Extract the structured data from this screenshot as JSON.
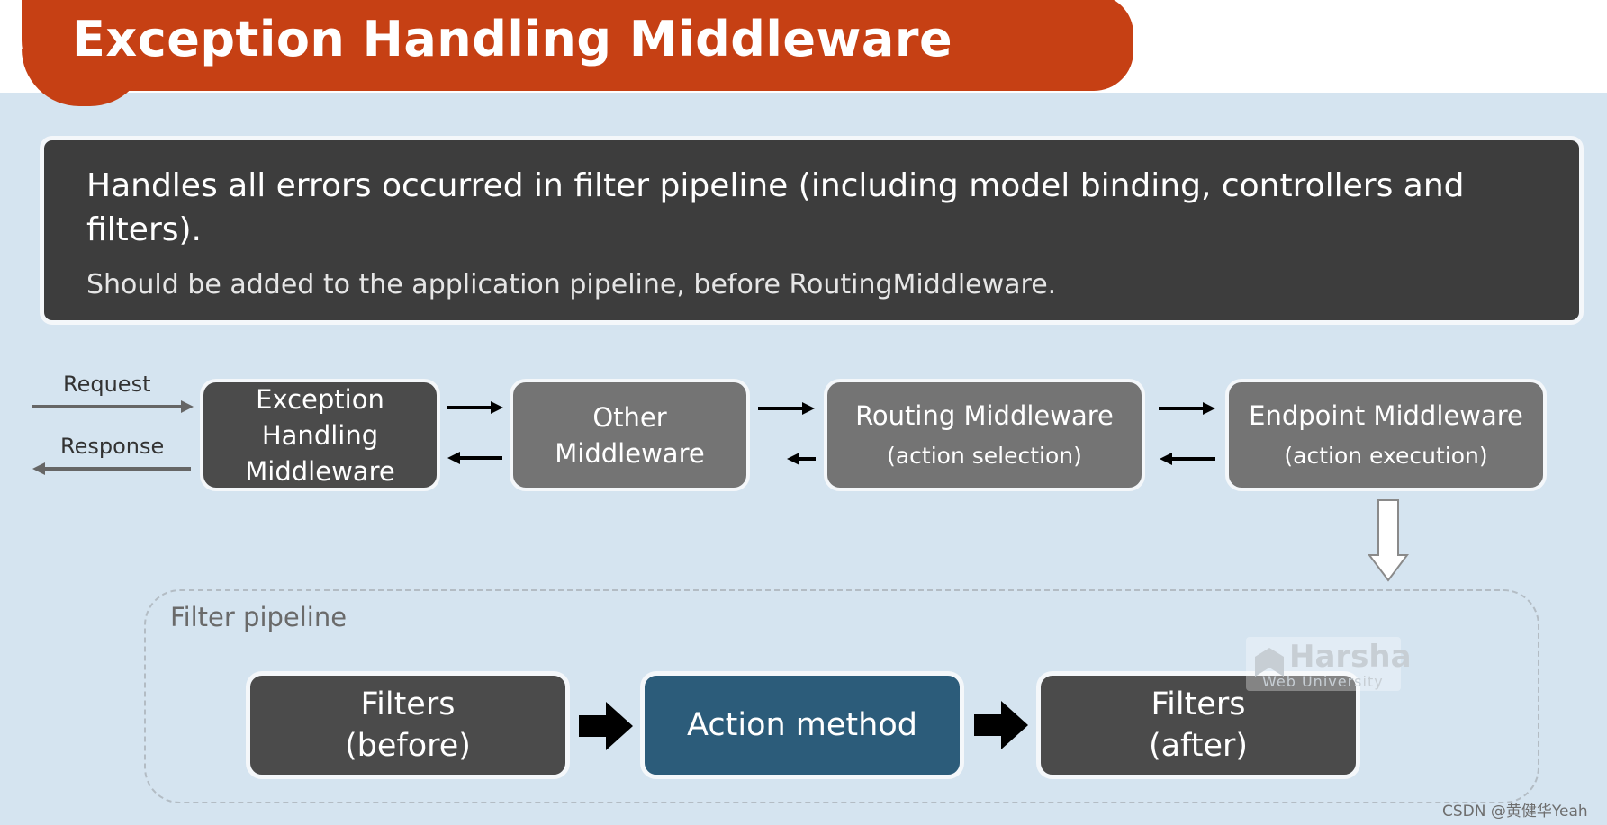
{
  "title": "Exception Handling Middleware",
  "info": {
    "main": "Handles all errors occurred in filter pipeline (including model binding, controllers and filters).",
    "sub": "Should be added to the application pipeline, before RoutingMiddleware."
  },
  "flow": {
    "request_label": "Request",
    "response_label": "Response"
  },
  "middlewares": [
    {
      "title": "Exception Handling Middleware",
      "subtitle": ""
    },
    {
      "title": "Other Middleware",
      "subtitle": ""
    },
    {
      "title": "Routing Middleware",
      "subtitle": "(action selection)"
    },
    {
      "title": "Endpoint Middleware",
      "subtitle": "(action execution)"
    }
  ],
  "filter_pipeline": {
    "label": "Filter pipeline",
    "steps": [
      {
        "label": "Filters (before)"
      },
      {
        "label": "Action method"
      },
      {
        "label": "Filters (after)"
      }
    ]
  },
  "watermark": {
    "main": "Harsha",
    "sub": "Web University"
  },
  "credit": "CSDN @黄健华Yeah",
  "colors": {
    "title_bg": "#c64014",
    "slide_bg": "#d5e4f0",
    "info_bg": "#3d3d3d",
    "middleware_dark": "#4b4b4b",
    "middleware_gray": "#747474",
    "action_method": "#2c5c7a"
  }
}
